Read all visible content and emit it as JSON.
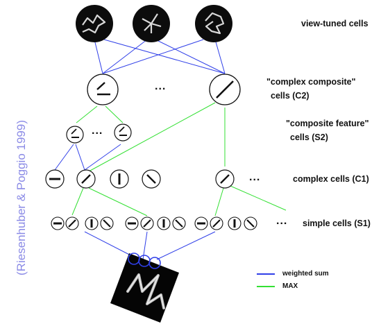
{
  "colors": {
    "weighted_sum": "#2f3fe8",
    "max": "#33e033",
    "citation": "#8a8ae6",
    "cell_fill": "#ffffff",
    "stroke": "#111111",
    "view_cell_fill": "#0c0c0c"
  },
  "labels": {
    "view_tuned": "view-tuned cells",
    "complex_composite_l1": "\"complex composite\"",
    "complex_composite_l2": "cells (C2)",
    "composite_feature_l1": "\"composite feature\"",
    "composite_feature_l2": "cells (S2)",
    "complex_c1": "complex cells (C1)",
    "simple_s1": "simple cells (S1)"
  },
  "ellipses": [
    "...",
    "...",
    "...",
    "..."
  ],
  "legend": {
    "weighted_sum": "weighted sum",
    "max": "MAX"
  },
  "citation": "(Riesenhuber & Poggio 1999)"
}
